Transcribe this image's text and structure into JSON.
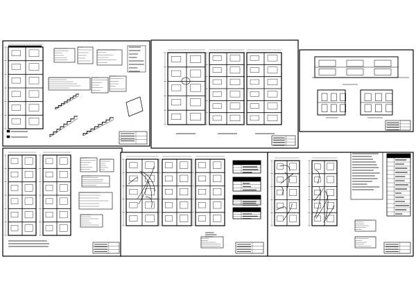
{
  "sheets": [
    {
      "id": "sheet-1",
      "type": "foundations-and-stairs"
    },
    {
      "id": "sheet-2",
      "type": "architectural-floor-plans"
    },
    {
      "id": "sheet-3",
      "type": "elevations-and-sections"
    },
    {
      "id": "sheet-4",
      "type": "structural-floor-plans"
    },
    {
      "id": "sheet-5",
      "type": "sanitary-installations"
    },
    {
      "id": "sheet-6",
      "type": "electrical-installations"
    }
  ],
  "colors": {
    "line": "#000000",
    "background": "#ffffff",
    "sheet_border": "#000000"
  }
}
